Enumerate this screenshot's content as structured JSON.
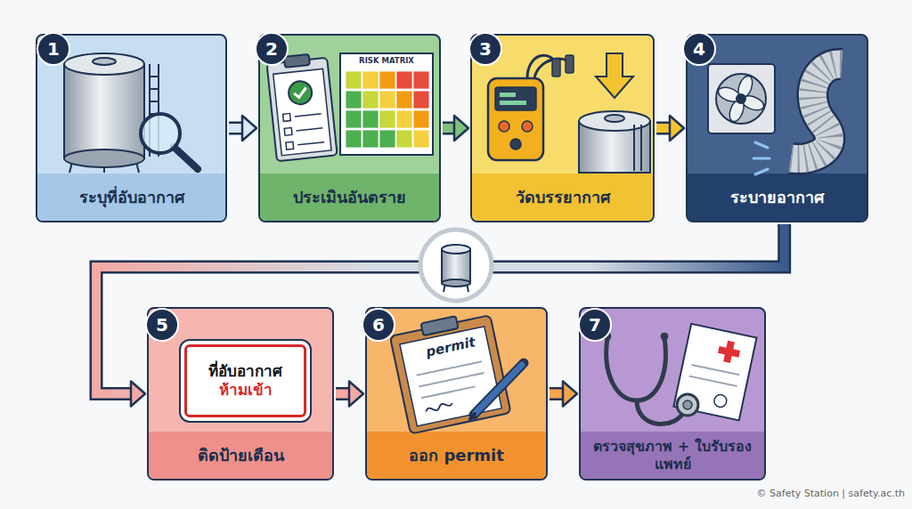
{
  "diagram": {
    "nodes": [
      {
        "text": [
          "ระบุที่อับอากาศ"
        ]
      },
      {
        "text": [
          "ประเมินอันตราย"
        ]
      },
      {
        "text": [
          "วัดบรรยากาศ"
        ]
      },
      {
        "text": [
          "ระบายอากาศ"
        ]
      },
      {
        "text": [
          "ติดป้ายเตือน"
        ]
      },
      {
        "text": [
          "ที่อับอากาศ",
          "ห้ามเข้า"
        ],
        "in": 4
      },
      {
        "text": [
          "ออก permit"
        ]
      },
      {
        "text": [
          "ตรวจสุขภาพ + ใบรับรองแพทย์"
        ]
      }
    ],
    "edges": [
      {
        "from": 0,
        "to": 1,
        "arrow": "to"
      },
      {
        "from": 1,
        "to": 2,
        "arrow": "to"
      },
      {
        "from": 2,
        "to": 3,
        "arrow": "to"
      },
      {
        "from": 3,
        "to": 4,
        "arrow": "to"
      },
      {
        "from": 4,
        "to": 6,
        "arrow": "to"
      },
      {
        "from": 6,
        "to": 7,
        "arrow": "to"
      }
    ],
    "labels": [
      "1",
      "2",
      "3",
      "4",
      "5",
      "6",
      "7",
      "RISK MATRIX",
      "permit",
      "© Safety Station | safety.ac.th"
    ]
  }
}
